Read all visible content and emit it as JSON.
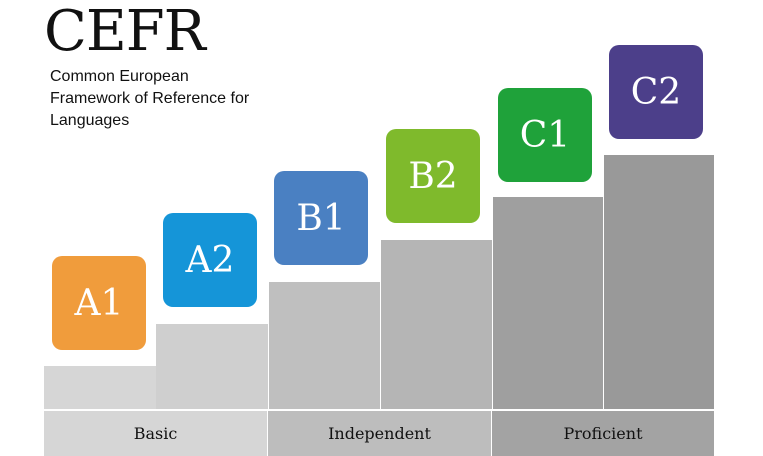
{
  "title": "CEFR",
  "subtitle_lines": [
    "Common European",
    "Framework of Reference for",
    "Languages"
  ],
  "levels": [
    {
      "code": "A1",
      "color": "#f09c3c"
    },
    {
      "code": "A2",
      "color": "#1595d8"
    },
    {
      "code": "B1",
      "color": "#4a80c2"
    },
    {
      "code": "B2",
      "color": "#7fba2c"
    },
    {
      "code": "C1",
      "color": "#1fa23a"
    },
    {
      "code": "C2",
      "color": "#4c3f8a"
    }
  ],
  "bands": [
    {
      "label": "Basic",
      "levels": [
        "A1",
        "A2"
      ]
    },
    {
      "label": "Independent",
      "levels": [
        "B1",
        "B2"
      ]
    },
    {
      "label": "Proficient",
      "levels": [
        "C1",
        "C2"
      ]
    }
  ]
}
